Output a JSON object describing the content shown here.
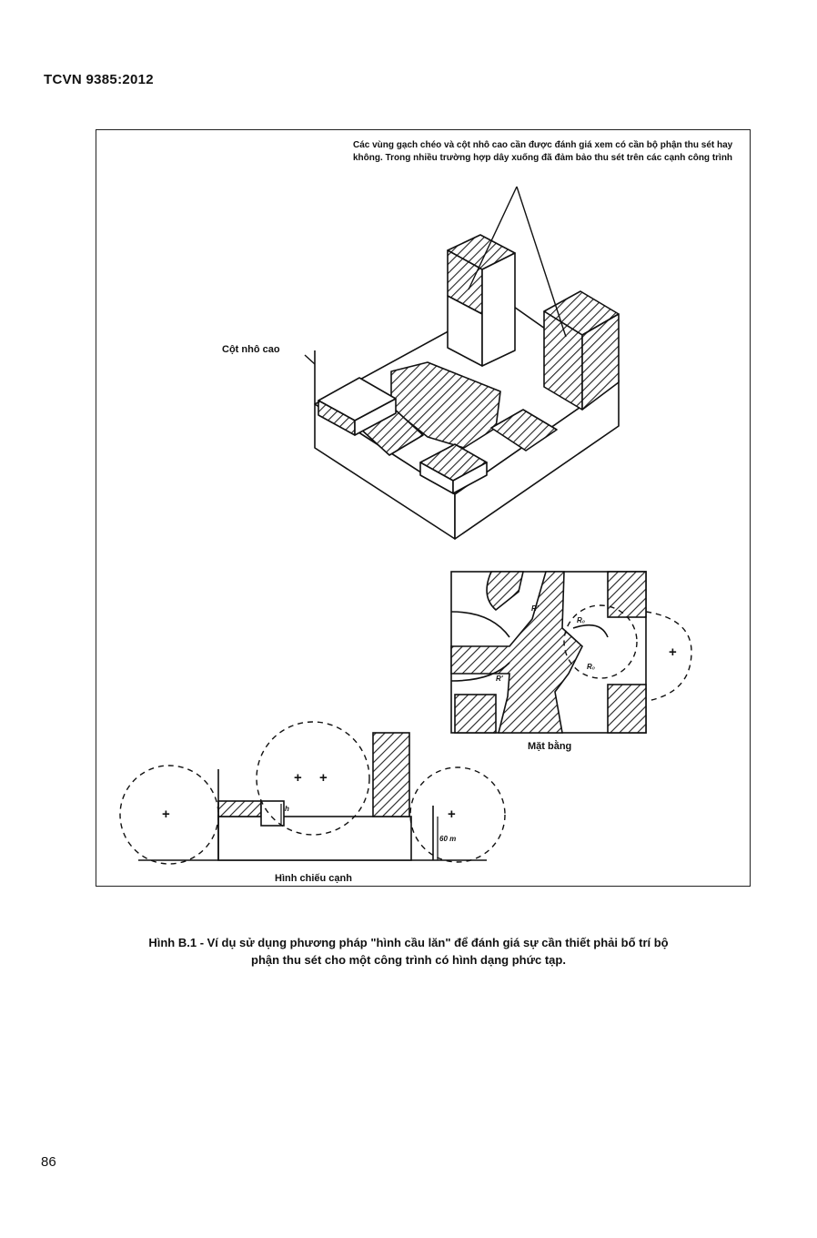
{
  "header": {
    "doc_code": "TCVN 9385:2012"
  },
  "figure": {
    "callout_text": "Các vùng gạch chéo và cột nhô cao cần được đánh giá xem có cần bộ phận thu sét hay không. Trong nhiều trường hợp dây xuống đã đảm bảo thu sét trên các cạnh công trình",
    "label_protruding_column": "Cột nhô cao",
    "plan_title": "Mặt bằng",
    "side_view_title": "Hình chiếu cạnh",
    "plan_radius_labels": [
      "R'",
      "R'",
      "R₀",
      "R₀"
    ],
    "plus_marks": [
      "+",
      "+",
      "+",
      "+",
      "+"
    ],
    "height_label": "h",
    "dimension_label": "60 m"
  },
  "caption": {
    "line1": "Hình B.1 - Ví dụ sử dụng phương pháp \"hình cầu lăn\" để đánh giá sự cần thiết phải bố trí bộ",
    "line2": "phận thu sét cho một công trình có hình dạng phức tạp."
  },
  "footer": {
    "page_number": "86"
  }
}
